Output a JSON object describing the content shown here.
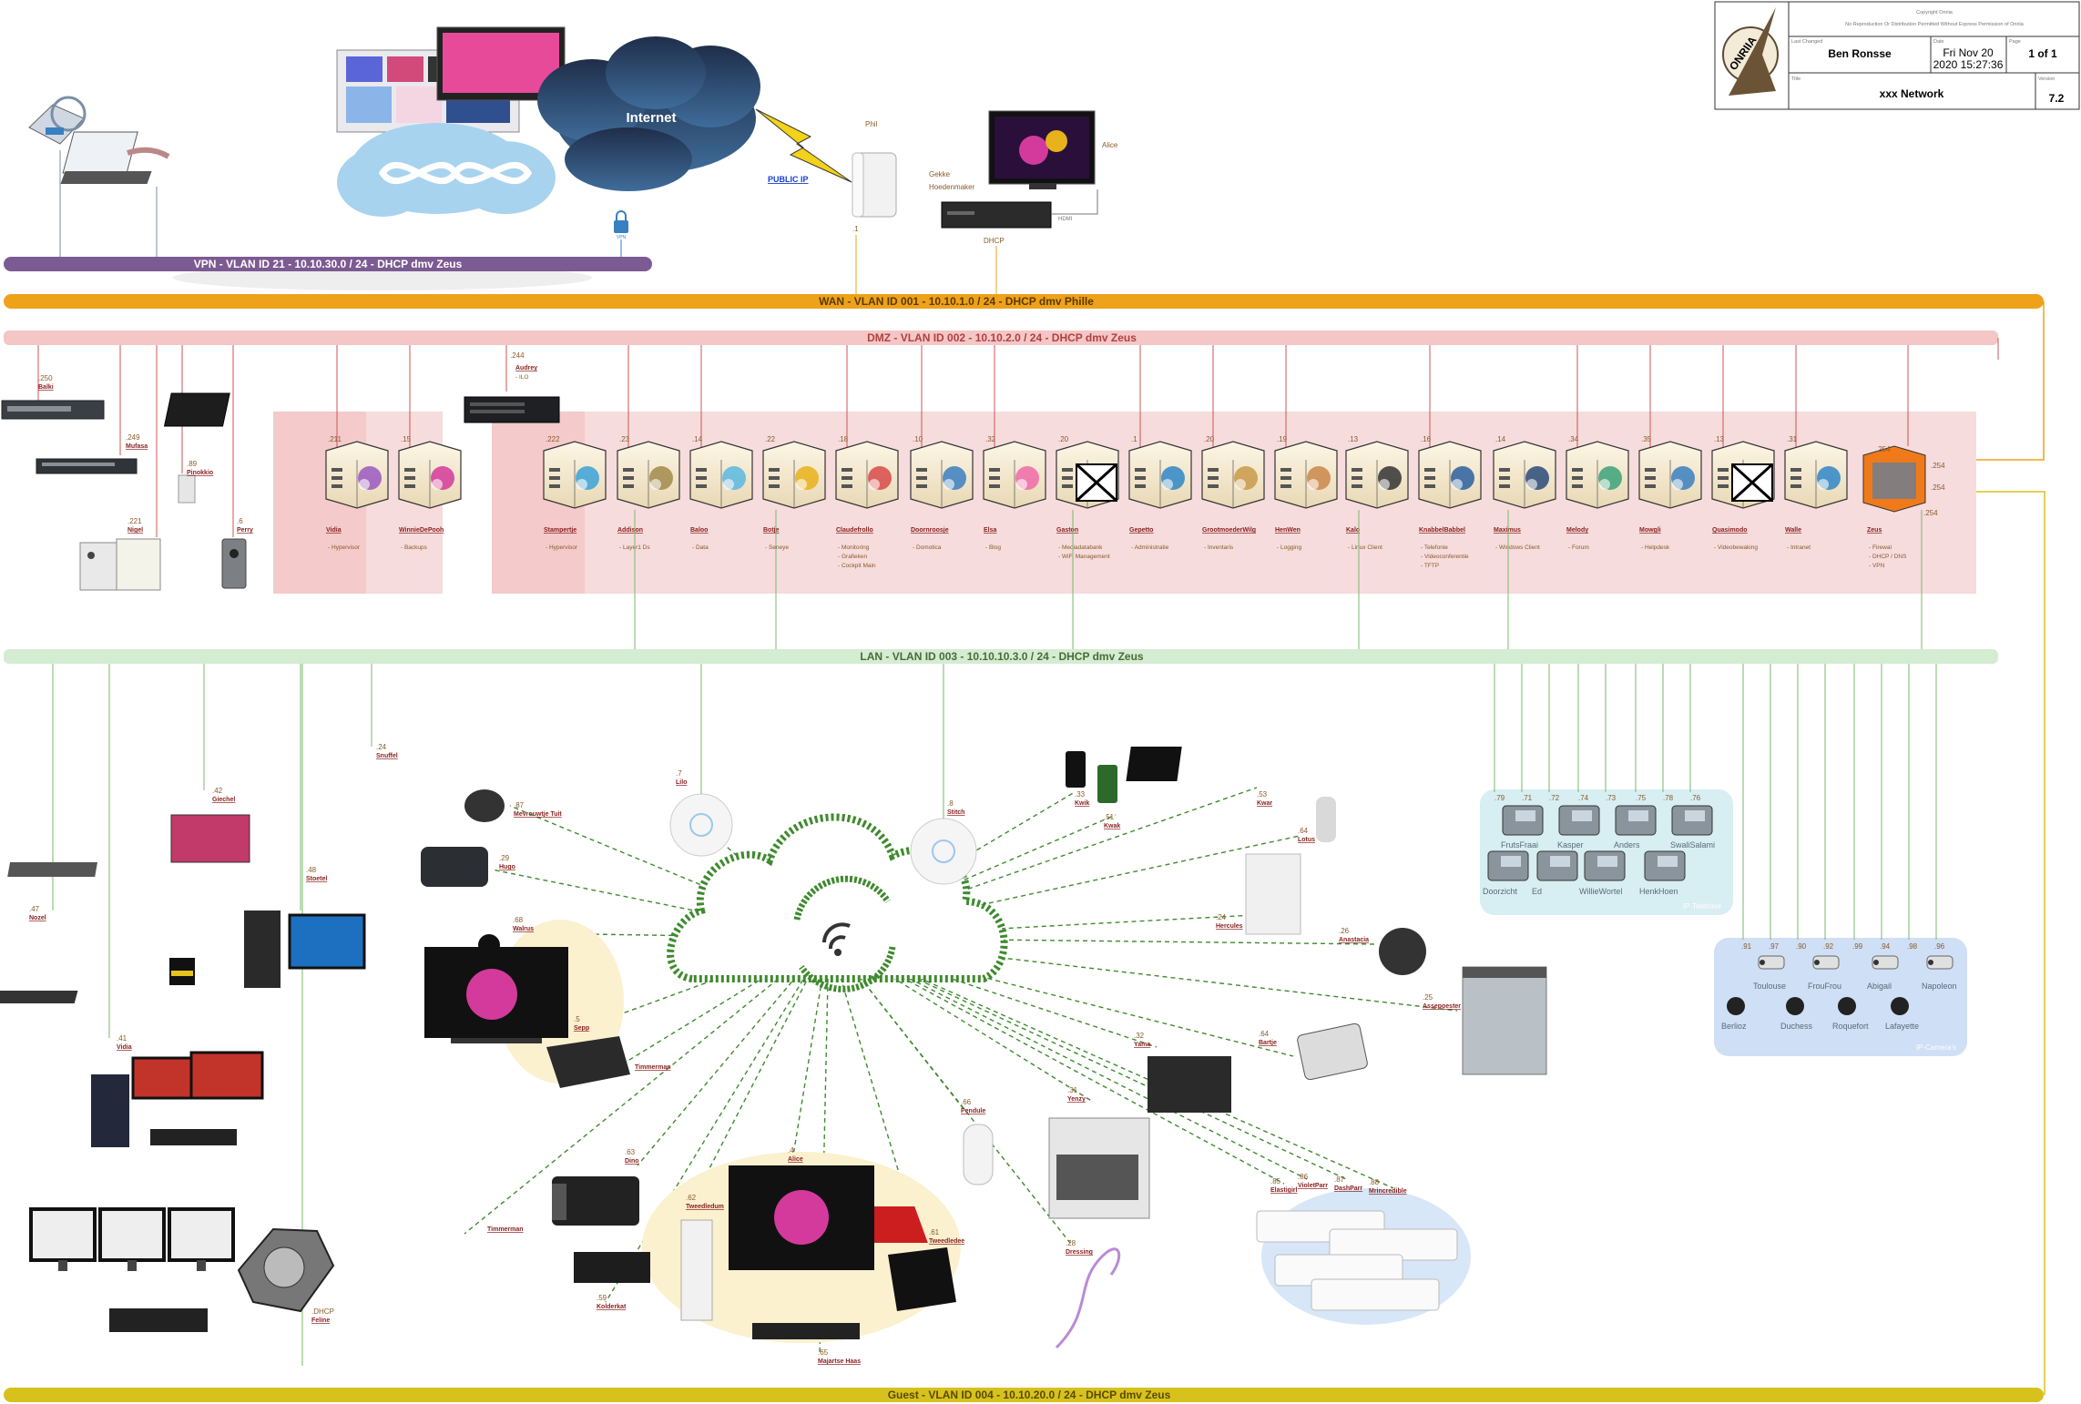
{
  "title_block": {
    "copyright": "Copyright Onriia",
    "notice": "No Reproduction Or Distribution Permitted Without Express Permission of Onriia",
    "last_changed_label": "Last Changed",
    "last_changed_by": "Ben Ronsse",
    "date_label": "Date",
    "date_line1": "Fri Nov 20",
    "date_line2": "2020 15:27:36",
    "page_label": "Page",
    "page_value": "1 of 1",
    "title_label": "Title",
    "title": "xxx Network",
    "version_label": "Version",
    "version": "7.2",
    "logo_text": "ONRIIA"
  },
  "buses": {
    "vpn": "VPN   -   VLAN ID 21   -   10.10.30.0 / 24   -   DHCP dmv Zeus",
    "wan": "WAN   -   VLAN ID 001   -   10.10.1.0 / 24   -   DHCP dmv Phille",
    "dmz": "DMZ   -   VLAN ID 002   -   10.10.2.0 / 24   -   DHCP dmv Zeus",
    "lan": "LAN   -   VLAN ID 003   -   10.10.10.3.0 / 24   -   DHCP dmv Zeus",
    "guest": "Guest   -   VLAN ID 004   -   10.10.20.0 / 24   -   DHCP dmv Zeus"
  },
  "colors": {
    "vpn": "#7c5a92",
    "wan": "#eea21a",
    "dmz": "#f4c6c6",
    "lan": "#d4ecd1",
    "guest": "#d7c11d",
    "dmz_zone": "#f6dcdc",
    "dmz_zone_dark": "#f3c2c2",
    "wifi": "#3f8a2e",
    "phone_zone": "#d7eef2",
    "cam_zone": "#cfdff5"
  },
  "top": {
    "internet": "Internet",
    "public_ip": "PUBLIC IP",
    "phil": "Phil",
    "phil_ip": ".1",
    "alice": "Alice",
    "gekke": "Gekke",
    "hoedenmaker": "Hoedenmaker",
    "dhcp": "DHCP",
    "hdmi": "HDMI",
    "vpn_lock": "VPN"
  },
  "dmz_left": [
    {
      "ip": ".250",
      "name": "Balki"
    },
    {
      "ip": ".249",
      "name": "Mufasa"
    },
    {
      "ip": ".89",
      "name": "Pinokkio"
    },
    {
      "ip": ".221",
      "name": "Nigel"
    },
    {
      "ip": ".6",
      "name": "Perry"
    }
  ],
  "audrey": {
    "ip": ".244",
    "name": "Audrey",
    "note": "- ILO"
  },
  "dmz_servers": [
    {
      "ip": ".211",
      "name": "Vidia",
      "roles": [
        "- Hypervisor"
      ]
    },
    {
      "ip": ".15",
      "name": "WinnieDePooh",
      "roles": [
        "- Backups"
      ]
    },
    {
      "ip": ".222",
      "name": "Stampertje",
      "roles": [
        "- Hypervisor"
      ]
    },
    {
      "ip": ".23",
      "name": "Addison",
      "roles": [
        "- Layer1 Ds"
      ]
    },
    {
      "ip": ".14",
      "name": "Baloo",
      "roles": [
        "- Data"
      ]
    },
    {
      "ip": ".22",
      "name": "Botje",
      "roles": [
        "- Seneye"
      ]
    },
    {
      "ip": ".18",
      "name": "Claudefrollo",
      "roles": [
        "- Monitoring",
        "- Grafieken",
        "- Cockpit Main"
      ]
    },
    {
      "ip": ".10",
      "name": "Doornroosje",
      "roles": [
        "- Domotica"
      ]
    },
    {
      "ip": ".32",
      "name": "Elsa",
      "roles": [
        "- Blog"
      ]
    },
    {
      "ip": ".20",
      "name": "Gaston",
      "roles": [
        "- Mediadatabank",
        "- WiFi Management"
      ]
    },
    {
      "ip": ".1",
      "name": "Gepetto",
      "roles": [
        "- Administratie"
      ]
    },
    {
      "ip": ".20",
      "name": "GrootmoederWilg",
      "roles": [
        "- Inventaris"
      ]
    },
    {
      "ip": ".19",
      "name": "HenWen",
      "roles": [
        "- Logging"
      ]
    },
    {
      "ip": ".13",
      "name": "Kalo",
      "roles": [
        "- Linux Client"
      ]
    },
    {
      "ip": ".16",
      "name": "KnabbelBabbel",
      "roles": [
        "- Telefonie",
        "- Videoconferentie",
        "- TFTP"
      ]
    },
    {
      "ip": ".14",
      "name": "Maximus",
      "roles": [
        "- Windows Client"
      ]
    },
    {
      "ip": ".34",
      "name": "Melody",
      "roles": [
        "- Forum"
      ]
    },
    {
      "ip": ".35",
      "name": "Mowgli",
      "roles": [
        "- Helpdesk"
      ]
    },
    {
      "ip": ".13",
      "name": "Quasimodo",
      "roles": [
        "- Videobewaking"
      ]
    },
    {
      "ip": ".31",
      "name": "Walle",
      "roles": [
        "- Intranet"
      ]
    }
  ],
  "zeus": {
    "ip1": ".254",
    "ip2": ".254",
    "ip3": ".254",
    "ip4": ".254",
    "name": "Zeus",
    "roles": [
      "- Firewal",
      "- DHCP / DNS",
      "- VPN"
    ]
  },
  "lan_devices": [
    {
      "ip": ".47",
      "name": "Nozel"
    },
    {
      "ip": ".41",
      "name": "Vidia"
    },
    {
      "ip": ".42",
      "name": "Giechel"
    },
    {
      "ip": ".48",
      "name": "Stoetel"
    },
    {
      "ip": ".24",
      "name": "Snuffel"
    },
    {
      "ip": ".DHCP",
      "name": "Feline"
    }
  ],
  "wifi_devices": [
    {
      "ip": ".7",
      "name": "Lilo"
    },
    {
      "ip": ".8",
      "name": "Stitch"
    },
    {
      "ip": ".87",
      "name": "Mevrouwtje Tuit"
    },
    {
      "ip": ".29",
      "name": "Hugo"
    },
    {
      "ip": ".68",
      "name": "Walrus"
    },
    {
      "ip": ".5",
      "name": "Sepp"
    },
    {
      "ip": "",
      "name": "Timmerman"
    },
    {
      "ip": "",
      "name": "Timmerman"
    },
    {
      "ip": ".63",
      "name": "Dino"
    },
    {
      "ip": ".62",
      "name": "Tweedledum"
    },
    {
      "ip": ".4",
      "name": "Alice"
    },
    {
      "ip": ".61",
      "name": "Tweedledee"
    },
    {
      "ip": ".59",
      "name": "Kolderkat"
    },
    {
      "ip": ".65",
      "name": "Majartse Haas"
    },
    {
      "ip": ".66",
      "name": "Pendule"
    },
    {
      "ip": ".28",
      "name": "Dressing"
    },
    {
      "ip": ".33",
      "name": "Kwik"
    },
    {
      "ip": ".51",
      "name": "Kwak"
    },
    {
      "ip": ".53",
      "name": "Kwar"
    },
    {
      "ip": ".64",
      "name": "Lotus"
    },
    {
      "ip": ".24",
      "name": "Hercules"
    },
    {
      "ip": ".26",
      "name": "Anastacia"
    },
    {
      "ip": ".25",
      "name": "Assepoester"
    },
    {
      "ip": ".32",
      "name": "Yama"
    },
    {
      "ip": ".64",
      "name": "Bartje"
    },
    {
      "ip": ".31",
      "name": "Yenzy"
    },
    {
      "ip": ".85",
      "name": "Elastigirl"
    },
    {
      "ip": ".86",
      "name": "VioletParr"
    },
    {
      "ip": ".87",
      "name": "DashParr"
    },
    {
      "ip": ".88",
      "name": "Mrincredible"
    }
  ],
  "phones": {
    "zone_label": "IP-Telefonie",
    "ips": [
      ".79",
      ".71",
      ".72",
      ".74",
      ".73",
      ".75",
      ".78",
      ".76"
    ],
    "names_row1": [
      "FrutsFraai",
      "Kasper",
      "Anders",
      "SwaliSalami"
    ],
    "names_row2": [
      "Doorzicht",
      "Ed",
      "WillieWortel",
      "HenkHoen"
    ]
  },
  "cameras": {
    "zone_label": "IP-Camera's",
    "ips": [
      ".91",
      ".97",
      ".90",
      ".92",
      ".99",
      ".94",
      ".98",
      ".96"
    ],
    "names_row1": [
      "Toulouse",
      "FrouFrou",
      "Abigail",
      "Napoleon"
    ],
    "names_row2": [
      "Berlioz",
      "Duchess",
      "Roquefort",
      "Lafayette"
    ]
  }
}
